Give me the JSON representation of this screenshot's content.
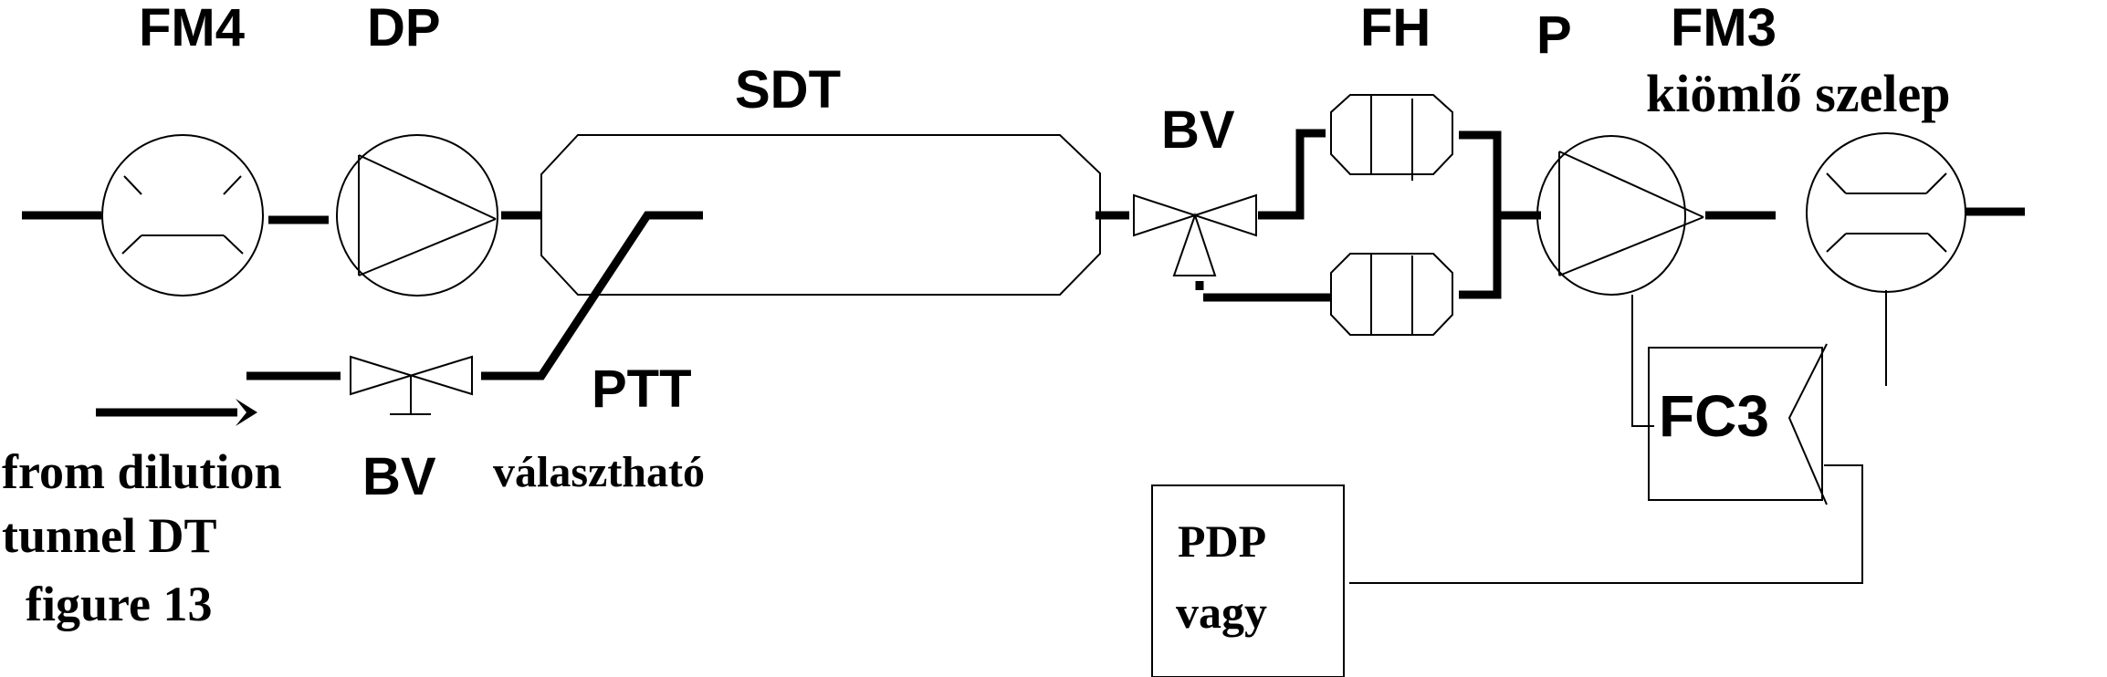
{
  "diagram": {
    "type": "partial-flow particulate sampling system schematic",
    "labels": {
      "fm4": "FM4",
      "dp": "DP",
      "sdt": "SDT",
      "bv_top": "BV",
      "fh": "FH",
      "p": "P",
      "fm3": "FM3",
      "overflow_valve": "kiömlő szelep",
      "ptt": "PTT",
      "optional": "választható",
      "bv_bottom": "BV",
      "fc3": "FC3",
      "pdp_line1": "PDP",
      "pdp_line2": "vagy",
      "inlet_line1": "from dilution",
      "inlet_line2": "tunnel DT",
      "inlet_line3": "figure 13"
    },
    "components": [
      {
        "id": "FM4",
        "kind": "flow-meter"
      },
      {
        "id": "DP",
        "kind": "pump"
      },
      {
        "id": "SDT",
        "kind": "secondary-dilution-tunnel"
      },
      {
        "id": "BV",
        "kind": "three-way-ball-valve"
      },
      {
        "id": "FH",
        "kind": "filter-holder",
        "count": 2
      },
      {
        "id": "P",
        "kind": "pump"
      },
      {
        "id": "FM3",
        "kind": "flow-meter"
      },
      {
        "id": "PTT",
        "kind": "particulate-transfer-tube"
      },
      {
        "id": "BV",
        "kind": "ball-valve"
      },
      {
        "id": "FC3",
        "kind": "flow-controller"
      },
      {
        "id": "PDP",
        "kind": "positive-displacement-pump-box"
      }
    ],
    "colors": {
      "line": "#000000",
      "background": "#ffffff"
    }
  }
}
